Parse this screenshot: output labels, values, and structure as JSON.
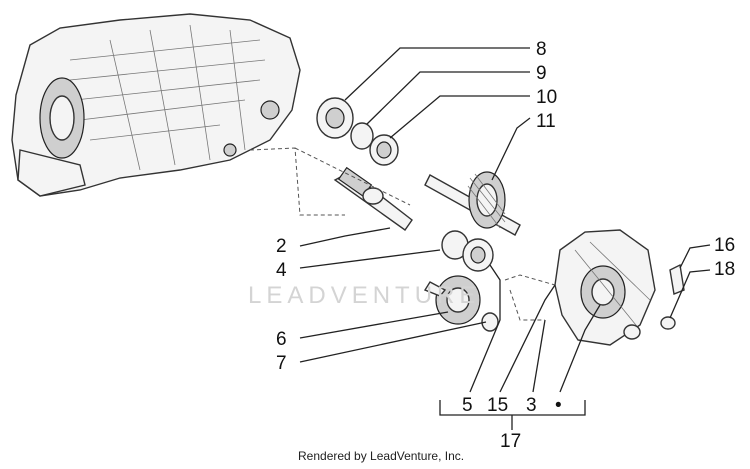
{
  "watermark": "LEADVENTURE",
  "footer": "Rendered by LeadVenture, Inc.",
  "callouts": {
    "c8": "8",
    "c9": "9",
    "c10": "10",
    "c11": "11",
    "c2": "2",
    "c4": "4",
    "c6": "6",
    "c7": "7",
    "c16": "16",
    "c18": "18",
    "c5": "5",
    "c15": "15",
    "c3": "3",
    "cdot": "•",
    "c17": "17"
  }
}
